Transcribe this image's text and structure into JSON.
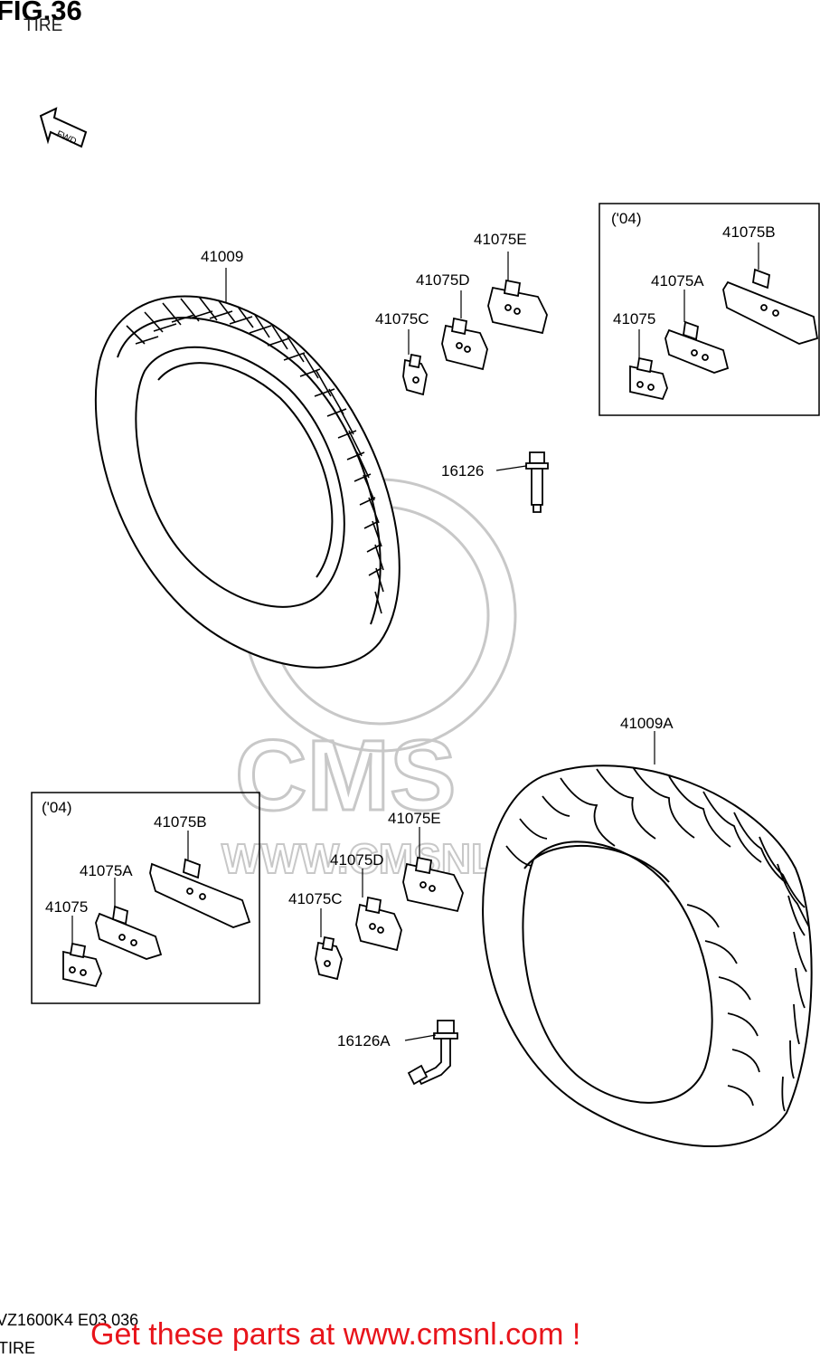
{
  "header": {
    "fig": "FIG.36",
    "subtitle": "TIRE"
  },
  "fwd_label": "FWD",
  "watermark": {
    "brand": "CMS",
    "url": "WWW.CMSNL.COM"
  },
  "labels": {
    "t_41009": "41009",
    "t_41075e": "41075E",
    "t_41075d": "41075D",
    "t_41075c": "41075C",
    "t_16126": "16126",
    "b_41009a": "41009A",
    "b_41075e": "41075E",
    "b_41075d": "41075D",
    "b_41075c": "41075C",
    "b_16126a": "16126A",
    "box1_year": "('04)",
    "box1_41075b": "41075B",
    "box1_41075a": "41075A",
    "box1_41075": "41075",
    "box2_year": "('04)",
    "box2_41075b": "41075B",
    "box2_41075a": "41075A",
    "box2_41075": "41075"
  },
  "footer": {
    "code": "VZ1600K4 E03 036",
    "subtitle": "TIRE",
    "promo": "Get these parts at www.cmsnl.com !"
  },
  "colors": {
    "promo": "#e8141b",
    "watermark": "#c8c8c8"
  }
}
